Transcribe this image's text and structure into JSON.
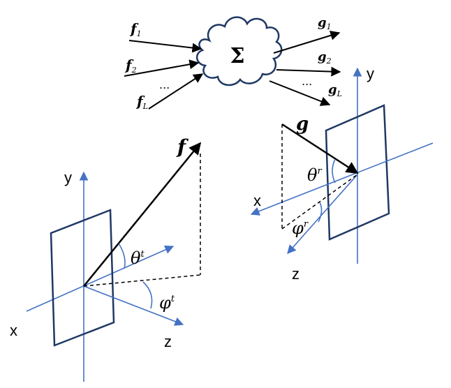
{
  "system": {
    "symbol": "Σ",
    "inputs": [
      {
        "base": "f",
        "sub": "1"
      },
      {
        "base": "f",
        "sub": "2"
      },
      {
        "base": "f",
        "sub": "L"
      }
    ],
    "outputs": [
      {
        "base": "g",
        "sub": "1"
      },
      {
        "base": "g",
        "sub": "2"
      },
      {
        "base": "g",
        "sub": "L"
      }
    ],
    "ellipsis_inputs": "...",
    "ellipsis_outputs": "..."
  },
  "left_frame": {
    "axis_y": "y",
    "axis_x": "x",
    "axis_z": "z",
    "vector": "f",
    "theta": {
      "base": "θ",
      "sup": "t"
    },
    "phi": {
      "base": "φ",
      "sup": "t"
    }
  },
  "right_frame": {
    "axis_y": "y",
    "axis_x": "x",
    "axis_z": "z",
    "vector": "g",
    "theta": {
      "base": "θ",
      "sup": "r"
    },
    "phi": {
      "base": "φ",
      "sup": "r"
    }
  },
  "colors": {
    "axis": "#4472C4",
    "panel": "#1F3864",
    "ink": "#000000"
  }
}
